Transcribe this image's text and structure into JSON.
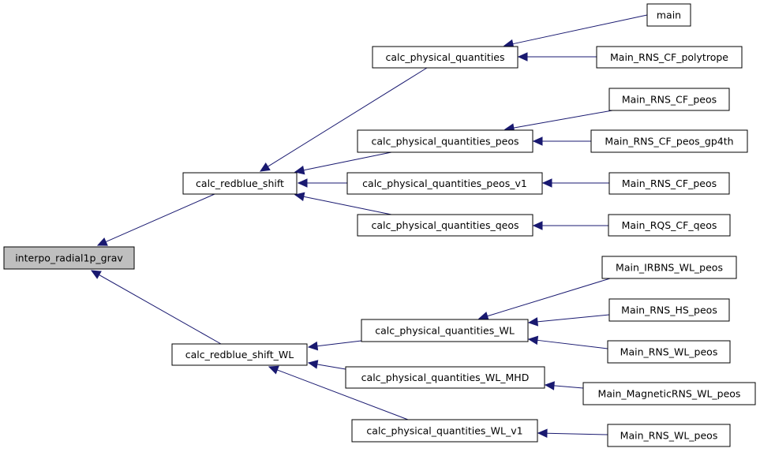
{
  "graph": {
    "root_label": "interpo_radial1p_grav",
    "nodes": {
      "interpo": "interpo_radial1p_grav",
      "rbs": "calc_redblue_shift",
      "rbswl": "calc_redblue_shift_WL",
      "cpq": "calc_physical_quantities",
      "cpqp": "calc_physical_quantities_peos",
      "cpqpv1": "calc_physical_quantities_peos_v1",
      "cpqq": "calc_physical_quantities_qeos",
      "cpqwl": "calc_physical_quantities_WL",
      "cpqwlmhd": "calc_physical_quantities_WL_MHD",
      "cpqwlv1": "calc_physical_quantities_WL_v1",
      "main": "main",
      "mpoly": "Main_RNS_CF_polytrope",
      "mpeos": "Main_RNS_CF_peos",
      "mpeosgp": "Main_RNS_CF_peos_gp4th",
      "mpeos2": "Main_RNS_CF_peos",
      "mqeos": "Main_RQS_CF_qeos",
      "mirbns": "Main_IRBNS_WL_peos",
      "mhs": "Main_RNS_HS_peos",
      "mwl": "Main_RNS_WL_peos",
      "mmag": "Main_MagneticRNS_WL_peos",
      "mwl2": "Main_RNS_WL_peos"
    },
    "edges": [
      {
        "from": "rbs",
        "to": "interpo"
      },
      {
        "from": "rbswl",
        "to": "interpo"
      },
      {
        "from": "cpq",
        "to": "rbs"
      },
      {
        "from": "cpqp",
        "to": "rbs"
      },
      {
        "from": "cpqpv1",
        "to": "rbs"
      },
      {
        "from": "cpqq",
        "to": "rbs"
      },
      {
        "from": "cpqwl",
        "to": "rbswl"
      },
      {
        "from": "cpqwlmhd",
        "to": "rbswl"
      },
      {
        "from": "cpqwlv1",
        "to": "rbswl"
      },
      {
        "from": "main",
        "to": "cpq"
      },
      {
        "from": "mpoly",
        "to": "cpq"
      },
      {
        "from": "mpeos",
        "to": "cpqp"
      },
      {
        "from": "mpeosgp",
        "to": "cpqp"
      },
      {
        "from": "mpeos2",
        "to": "cpqpv1"
      },
      {
        "from": "mqeos",
        "to": "cpqq"
      },
      {
        "from": "mirbns",
        "to": "cpqwl"
      },
      {
        "from": "mhs",
        "to": "cpqwl"
      },
      {
        "from": "mwl",
        "to": "cpqwl"
      },
      {
        "from": "mmag",
        "to": "cpqwlmhd"
      },
      {
        "from": "mwl2",
        "to": "cpqwlv1"
      }
    ],
    "colors": {
      "edge": "#191970",
      "node_border": "#000000",
      "root_fill": "#bfbfbf",
      "node_fill": "#ffffff"
    }
  }
}
